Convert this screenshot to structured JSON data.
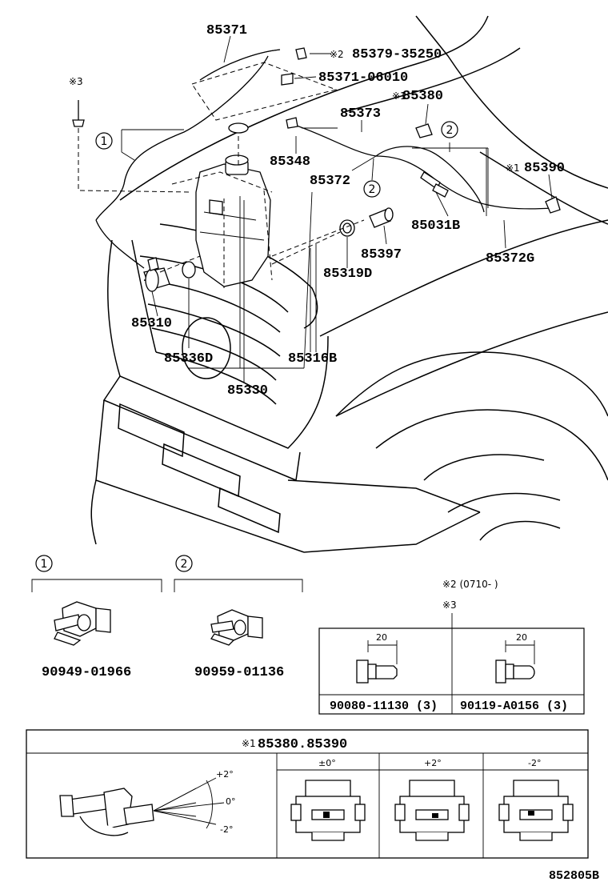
{
  "parts": {
    "p85371": "85371",
    "p85379": "85379-35250",
    "p85379_mark": "※2",
    "p85371_06010": "85371-06010",
    "mark3_top": "※3",
    "p85373": "85373",
    "p85380": "85380",
    "p85380_mark": "※1",
    "p85348": "85348",
    "p85372": "85372",
    "p85390": "85390",
    "p85390_mark": "※1",
    "p85031B": "85031B",
    "p85397": "85397",
    "p85372G": "85372G",
    "p85319D": "85319D",
    "p85310": "85310",
    "p85336D": "85336D",
    "p85316B": "85316B",
    "p85330": "85330"
  },
  "callouts": {
    "c1": "1",
    "c2": "2"
  },
  "detail": {
    "clip1_num": "1",
    "clip1_part": "90949-01966",
    "clip2_num": "2",
    "clip2_part": "90959-01136",
    "note2": "※2 (0710-      )",
    "note3": "※3",
    "bolt_dim1": "20",
    "bolt_dim2": "20",
    "bolt1_part": "90080-11130 (3)",
    "bolt2_part": "90119-A0156 (3)"
  },
  "nozzle_table": {
    "title_mark": "※1",
    "title": "85380.85390",
    "angle_up": "+2°",
    "angle_zero": "0°",
    "angle_down": "-2°",
    "col1": "±0°",
    "col2": "+2°",
    "col3": "-2°"
  },
  "footer": {
    "code": "852805B"
  }
}
